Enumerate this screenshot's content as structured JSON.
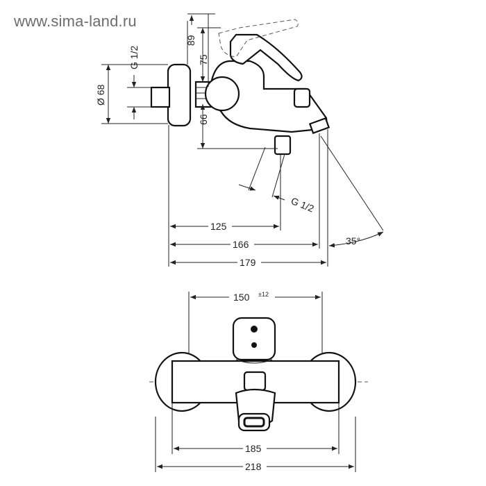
{
  "watermark": "www.sima-land.ru",
  "dimensions": {
    "h89": "89",
    "h75": "75",
    "h66": "66",
    "g_top": "G 1/2",
    "dia68": "Ø 68",
    "g_bottom": "G 1/2",
    "d125": "125",
    "d166": "166",
    "d179": "179",
    "angle": "35°",
    "d150": "150",
    "tol150": "±12",
    "d185": "185",
    "d218": "218"
  }
}
